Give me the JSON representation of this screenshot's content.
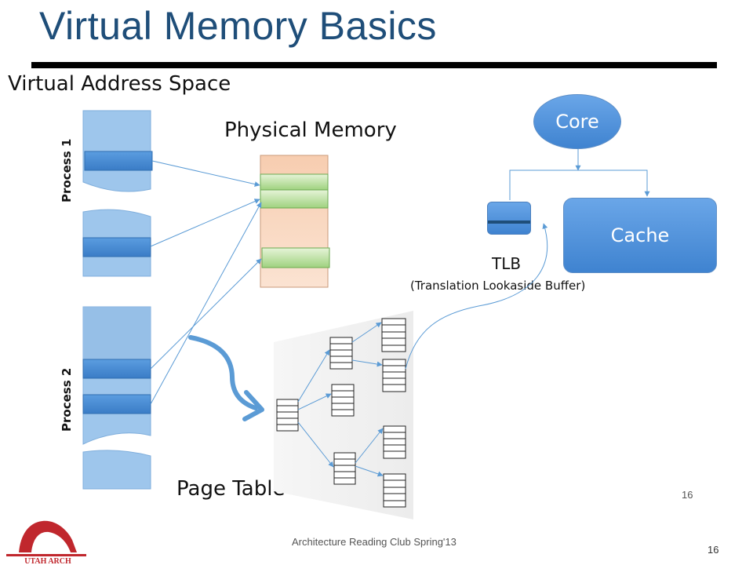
{
  "slide": {
    "title": "Virtual Memory Basics",
    "footer": "Architecture Reading Club Spring'13",
    "slide_number": "16",
    "slide_number_inner": "16"
  },
  "diagram": {
    "virtual_address_space_label": "Virtual Address Space",
    "process1_label": "Process 1",
    "process2_label": "Process 2",
    "physical_memory_label": "Physical Memory",
    "page_table_label": "Page Table",
    "core_label": "Core",
    "cache_label": "Cache",
    "tlb_label": "TLB",
    "tlb_full_label": "(Translation Lookaside Buffer)"
  },
  "logo": {
    "text": "UTAH ARCH"
  },
  "colors": {
    "title": "#1f4e79",
    "process_fill": "#9ec8f0",
    "page_highlight": "#4a8fd8",
    "physical_fill": "#f9d9c2",
    "physical_page_green": "#a8d88a",
    "arrow": "#5b9bd5",
    "logo_red": "#c0272d"
  }
}
